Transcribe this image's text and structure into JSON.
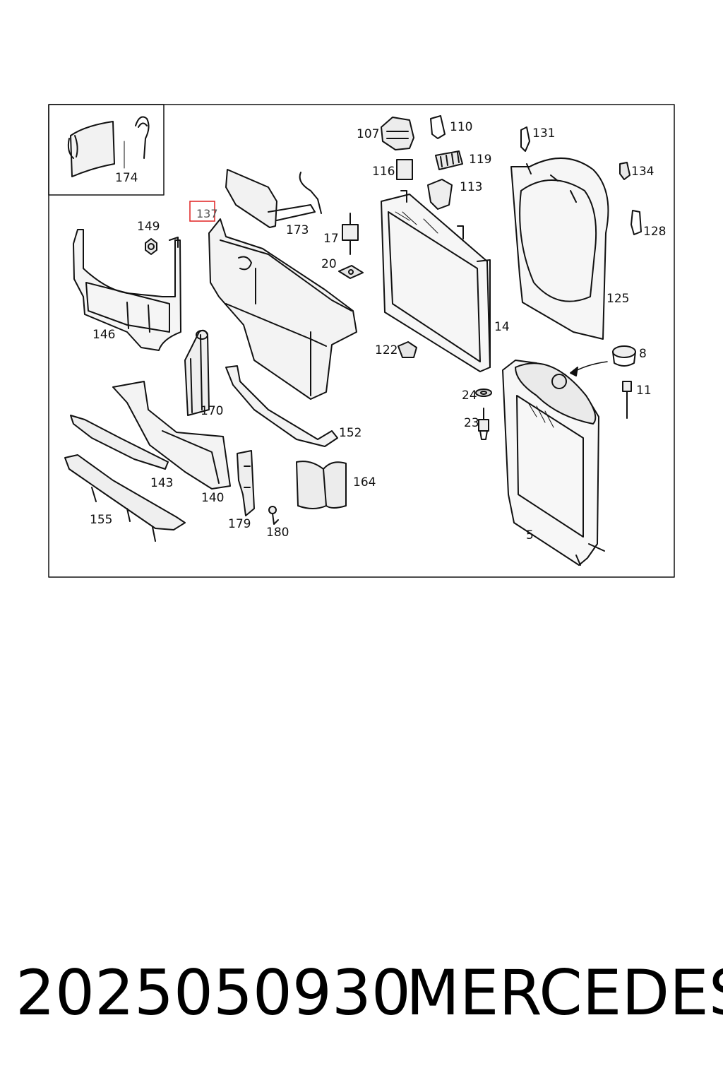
{
  "diagram": {
    "highlighted_part": "137",
    "labels": {
      "p174": "174",
      "p137": "137",
      "p149": "149",
      "p146": "146",
      "p173": "173",
      "p17": "17",
      "p20": "20",
      "p107": "107",
      "p110": "110",
      "p116": "116",
      "p119": "119",
      "p113": "113",
      "p131": "131",
      "p134": "134",
      "p128": "128",
      "p125": "125",
      "p14": "14",
      "p122": "122",
      "p8": "8",
      "p11": "11",
      "p170": "170",
      "p152": "152",
      "p24": "24",
      "p23": "23",
      "p143": "143",
      "p140": "140",
      "p164": "164",
      "p155": "155",
      "p179": "179",
      "p180": "180",
      "p5": "5"
    },
    "highlight_color": "#e02020"
  },
  "caption": {
    "part_number": "2025050930",
    "brand": "MERCEDES"
  }
}
